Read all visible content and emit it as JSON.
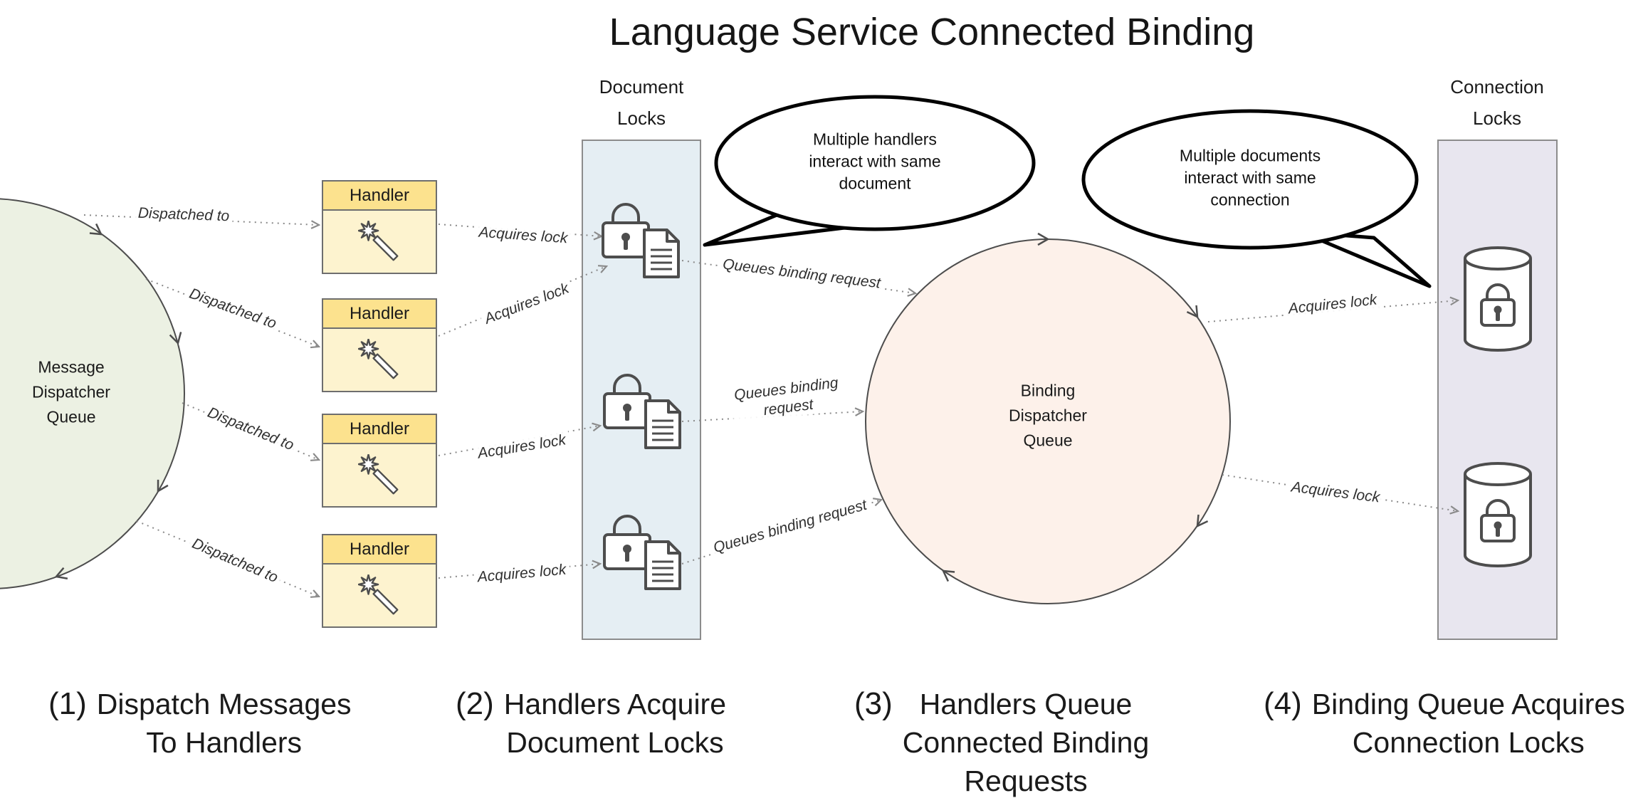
{
  "title": "Language Service Connected Binding",
  "nodes": {
    "message_queue": {
      "label": "Message\nDispatcher\nQueue"
    },
    "binding_queue": {
      "label": "Binding\nDispatcher\nQueue"
    },
    "document_locks": {
      "label": "Document\nLocks"
    },
    "connection_locks": {
      "label": "Connection\nLocks"
    }
  },
  "handlers": [
    {
      "label": "Handler"
    },
    {
      "label": "Handler"
    },
    {
      "label": "Handler"
    },
    {
      "label": "Handler"
    }
  ],
  "callouts": [
    {
      "text": "Multiple handlers\ninteract with same\ndocument"
    },
    {
      "text": "Multiple documents\ninteract with same\nconnection"
    }
  ],
  "edge_labels": {
    "dispatched_to": "Dispatched to",
    "acquires_lock": "Acquires lock",
    "queues_binding_request": "Queues binding request",
    "queues_binding_request_wrapped": "Queues binding\nrequest"
  },
  "captions": [
    {
      "number": "(1)",
      "text": "Dispatch Messages\nTo Handlers"
    },
    {
      "number": "(2)",
      "text": "Handlers Acquire\nDocument Locks"
    },
    {
      "number": "(3)",
      "text": "Handlers Queue\nConnected Binding\nRequests"
    },
    {
      "number": "(4)",
      "text": "Binding Queue Acquires\nConnection Locks"
    }
  ],
  "colors": {
    "message_queue_fill": "#ecf1e3",
    "binding_queue_fill": "#fdf1ea",
    "document_locks_fill": "#e5eef3",
    "connection_locks_fill": "#e8e6ef",
    "handler_header_fill": "#fce28e",
    "handler_body_fill": "#fdf3cf",
    "callout_stroke": "#000000",
    "arrow_color": "#8a8a8a",
    "icon_stroke": "#4d4d4d"
  }
}
